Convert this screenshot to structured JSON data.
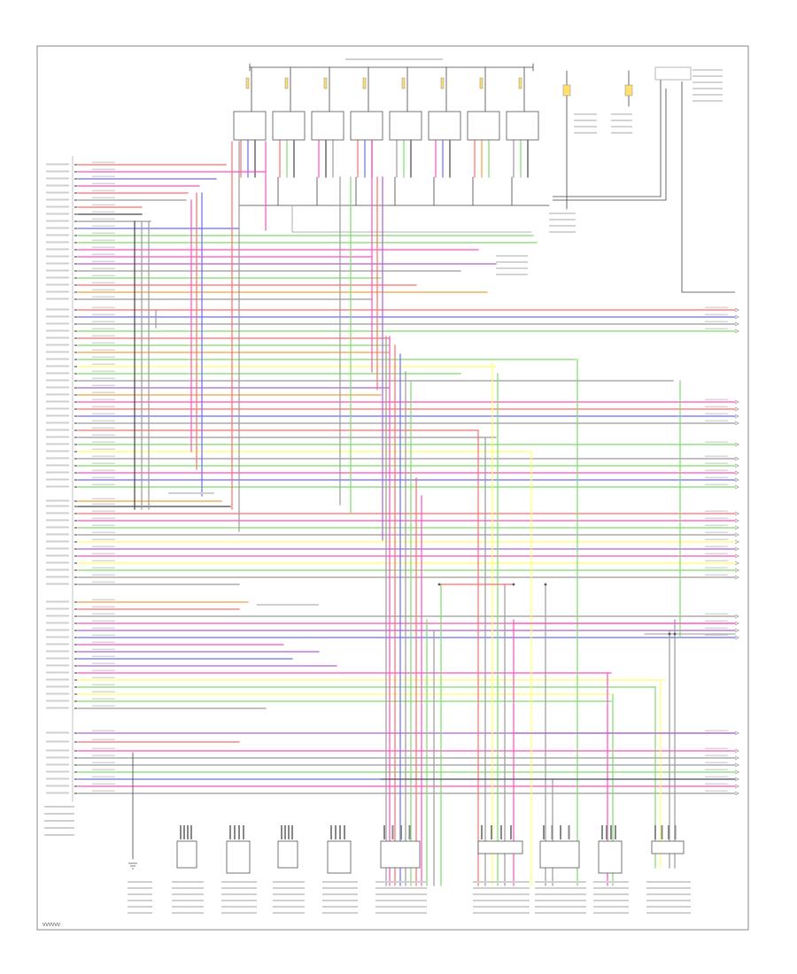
{
  "figure_code": "VVVVVV",
  "colors": {
    "frame": "#888888",
    "red": "#ff6b6b",
    "pink": "#ff4fbf",
    "blue": "#6a6aff",
    "green": "#7ddc6a",
    "yellow": "#ffff66",
    "orange": "#f0a040",
    "purple": "#b060d0",
    "gray": "#9a9a9a",
    "black": "#444444"
  },
  "icons": [
    "connector-icon",
    "ground-icon",
    "splice-icon"
  ],
  "bottom_components": [
    {
      "id": "c1"
    },
    {
      "id": "c2"
    },
    {
      "id": "c3"
    },
    {
      "id": "c4"
    },
    {
      "id": "c5"
    },
    {
      "id": "c6"
    },
    {
      "id": "c7"
    },
    {
      "id": "c8"
    },
    {
      "id": "c9"
    },
    {
      "id": "c10"
    }
  ],
  "injectors": 8
}
